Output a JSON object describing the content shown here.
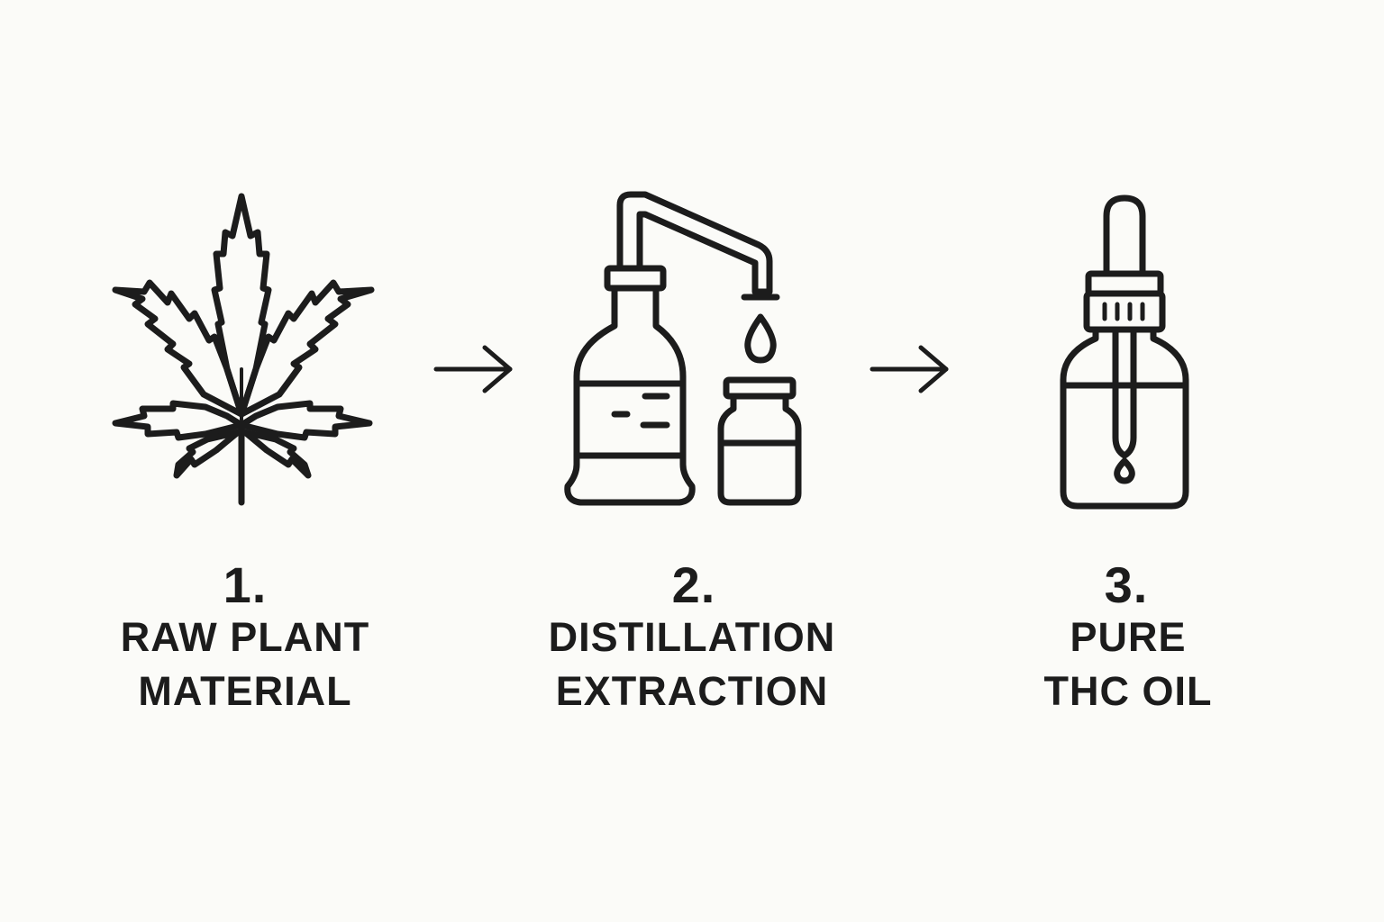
{
  "colors": {
    "background": "#fbfbf8",
    "ink": "#1c1c1c"
  },
  "steps": [
    {
      "number": "1.",
      "label_line1": "RAW PLANT",
      "label_line2": "MATERIAL",
      "icon": "cannabis-leaf-icon"
    },
    {
      "number": "2.",
      "label_line1": "DISTILLATION",
      "label_line2": "EXTRACTION",
      "icon": "distillation-apparatus-icon"
    },
    {
      "number": "3.",
      "label_line1": "PURE",
      "label_line2": "THC OIL",
      "icon": "dropper-bottle-icon"
    }
  ],
  "connectors": [
    {
      "icon": "arrow-right-icon"
    },
    {
      "icon": "arrow-right-icon"
    }
  ]
}
